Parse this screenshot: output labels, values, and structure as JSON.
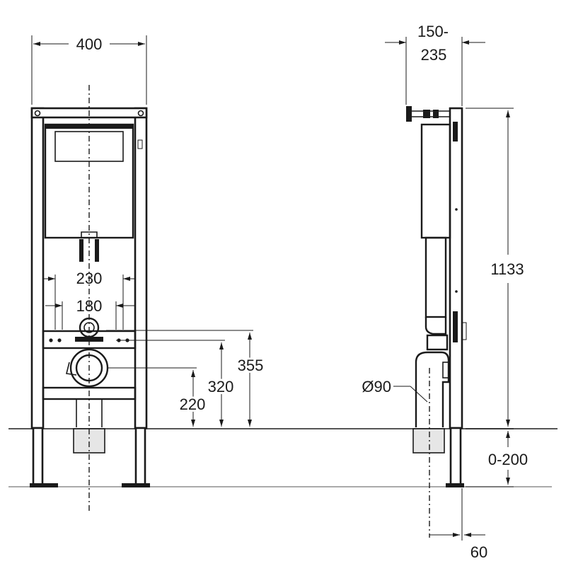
{
  "dimensions": {
    "front_width": "400",
    "side_depth_line1": "150-",
    "side_depth_line2": "235",
    "bolt_spacing_outer": "230",
    "bolt_spacing_inner": "180",
    "height_355": "355",
    "height_320": "320",
    "height_220": "220",
    "total_height": "1133",
    "floor_adjust": "0-200",
    "wall_offset": "60",
    "drain_diameter": "Ø90"
  },
  "colors": {
    "line": "#1a1a1a",
    "floor": "#555555",
    "background": "#ffffff"
  }
}
